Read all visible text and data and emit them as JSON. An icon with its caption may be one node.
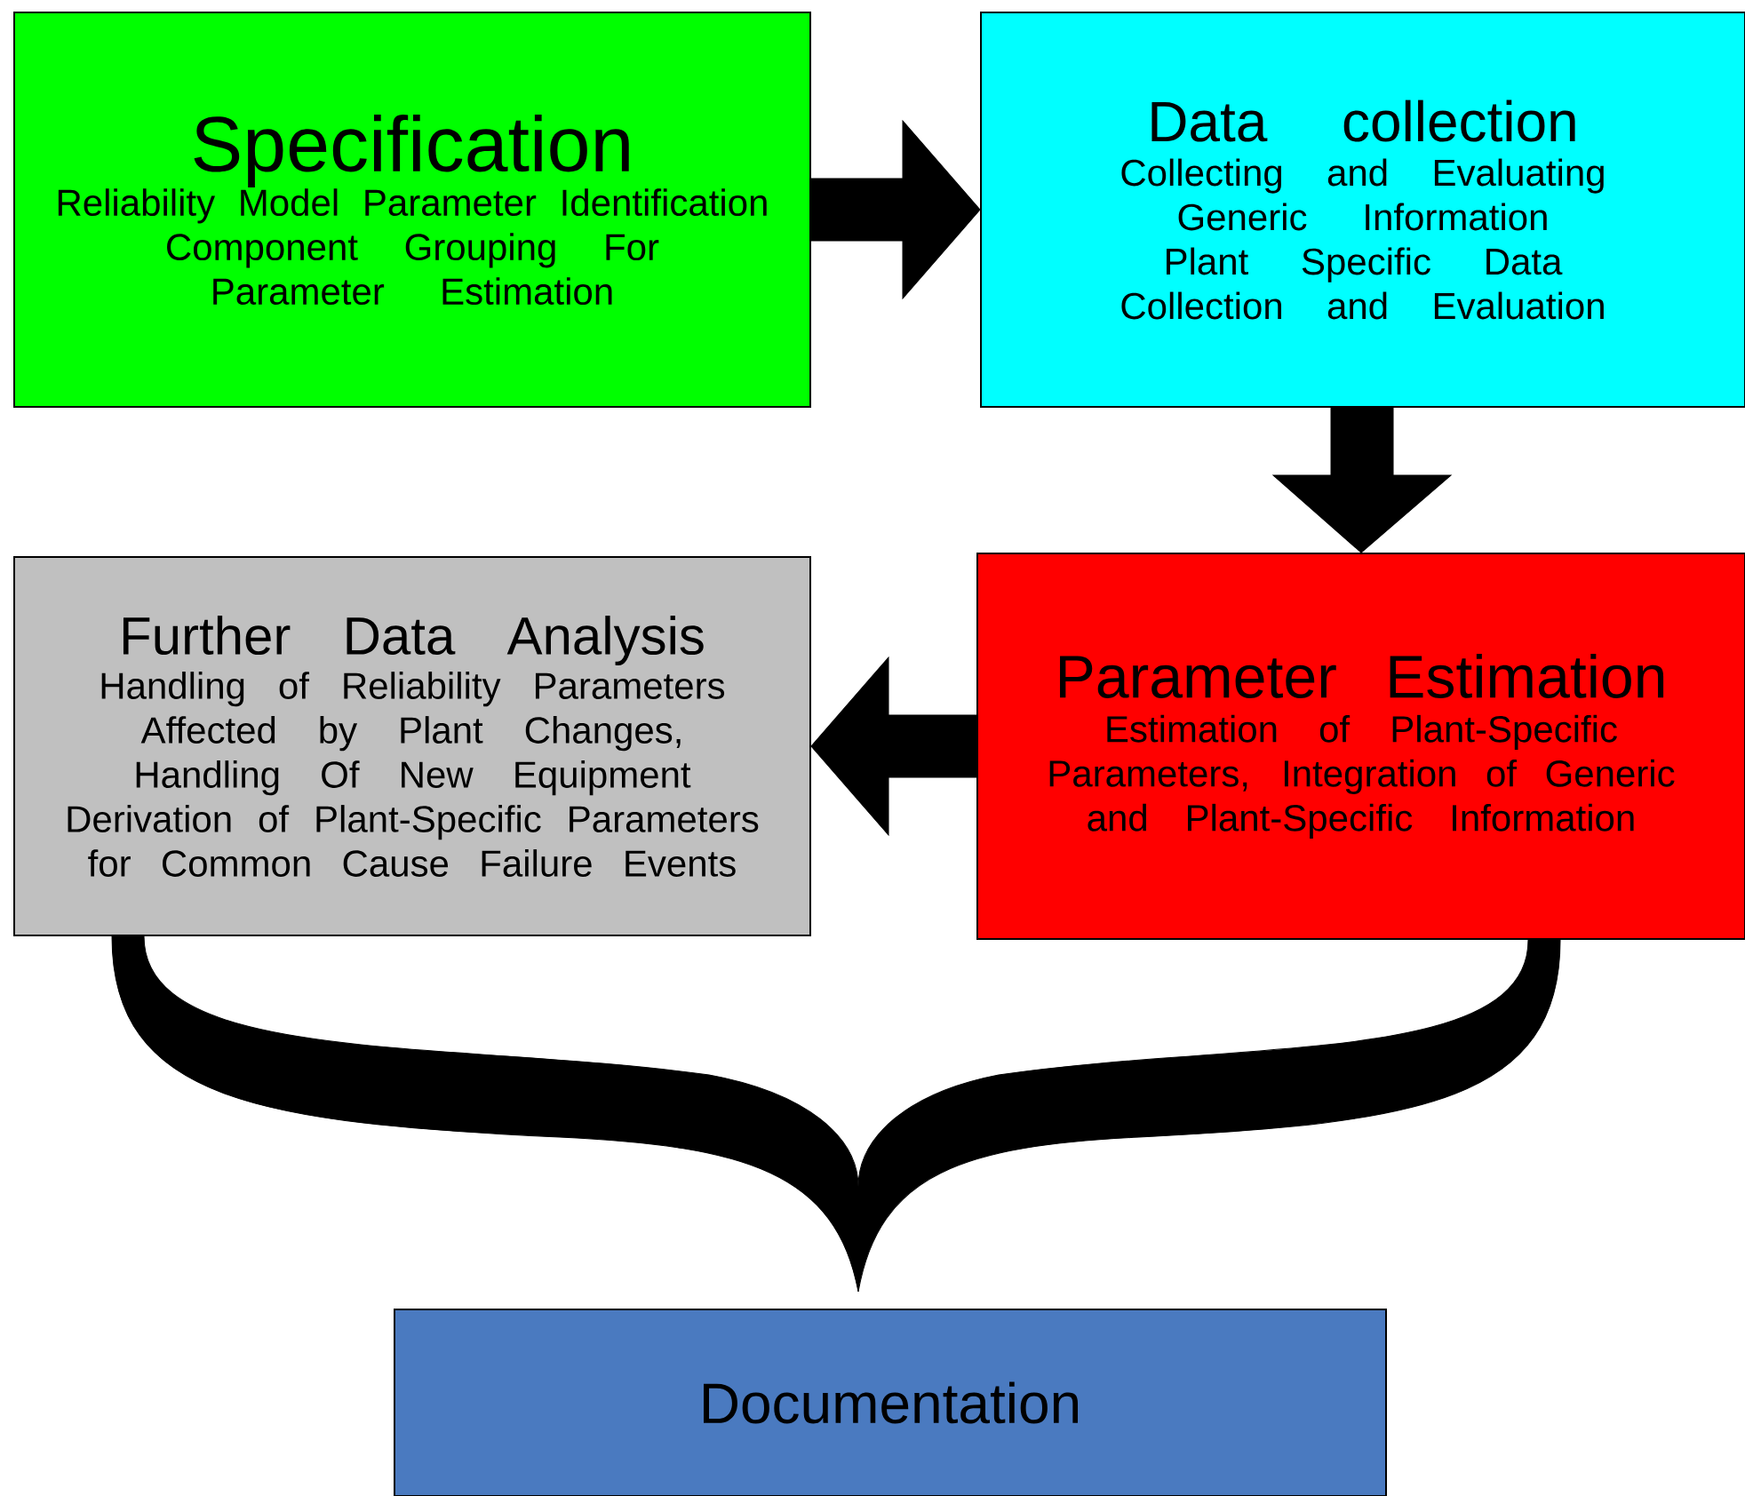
{
  "diagram": {
    "nodes": [
      {
        "text": [
          "Specification",
          "Reliability Model Parameter Identification",
          "Component Grouping For Parameter Estimation"
        ]
      },
      {
        "text": [
          "Data collection",
          "Collecting and Evaluating Generic Information",
          "Plant Specific Data Collection and Evaluation"
        ]
      },
      {
        "text": [
          "Parameter Estimation",
          "Estimation of Plant-Specific Parameters, Integration of Generic and Plant-Specific Information"
        ]
      },
      {
        "text": [
          "Further Data Analysis",
          "Handling of Reliability Parameters Affected by Plant Changes, Handling Of New Equipment",
          "Derivation of Plant-Specific Parameters for Common Cause Failure Events"
        ]
      },
      {
        "text": [
          "Documentation"
        ]
      }
    ],
    "edges": [
      {
        "from": 0,
        "to": 1,
        "arrow": "to",
        "style": "thick"
      },
      {
        "from": 1,
        "to": 2,
        "arrow": "to",
        "style": "thick"
      },
      {
        "from": 2,
        "to": 3,
        "arrow": "to",
        "style": "thick"
      },
      {
        "from": 3,
        "to": 4,
        "arrow": "none"
      },
      {
        "from": 2,
        "to": 4,
        "arrow": "none"
      }
    ]
  }
}
